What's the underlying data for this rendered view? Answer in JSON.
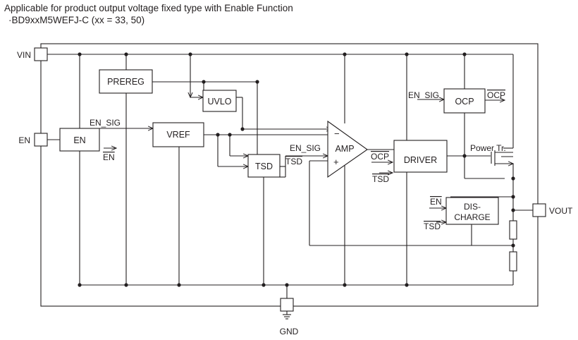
{
  "title": "Applicable for product output voltage fixed type with Enable Function",
  "subtitle": "·BD9xxM5WEFJ-C (xx = 33, 50)",
  "pins": {
    "vin": "VIN",
    "en": "EN",
    "vout": "VOUT",
    "gnd": "GND"
  },
  "blocks": {
    "prereg": "PREREG",
    "uvlo": "UVLO",
    "en": "EN",
    "vref": "VREF",
    "tsd": "TSD",
    "amp": "AMP",
    "driver": "DRIVER",
    "ocp": "OCP",
    "discharge_line1": "DIS-",
    "discharge_line2": "CHARGE"
  },
  "signals": {
    "en_sig_1": "EN_SIG",
    "en_bar_1": "EN",
    "en_sig_2": "EN_SIG",
    "tsd_1": "TSD",
    "en_sig_3": "EN_SIG",
    "ocp_1": "OCP",
    "ocp_2": "OCP",
    "tsd_2": "TSD",
    "power_tr": "Power Tr.",
    "en_bar_2": "EN",
    "tsd_3": "TSD",
    "amp_minus": "−",
    "amp_plus": "+"
  }
}
